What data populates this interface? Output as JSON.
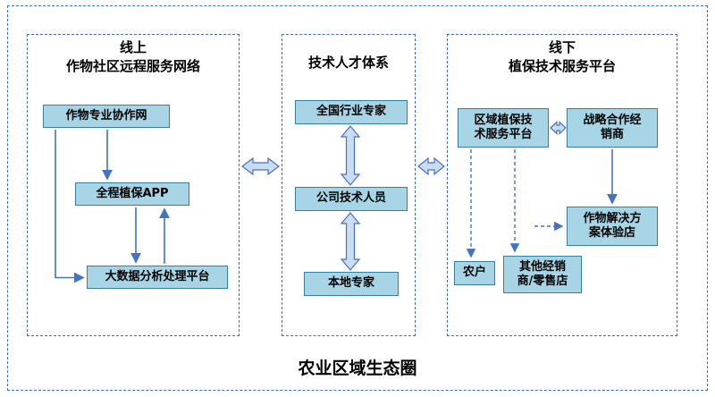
{
  "diagram": {
    "caption": "农业区域生态圈",
    "colors": {
      "dashed_border": "#3a6fb8",
      "node_fill": "#a7d5e5",
      "node_border": "#35809e",
      "block_arrow_fill": "#c9dcf2",
      "arrow_stroke": "#4472c4"
    },
    "online": {
      "title_line1": "线上",
      "title_line2": "作物社区远程服务网络",
      "collab_net": "作物专业协作网",
      "app": "全程植保APP",
      "bigdata": "大数据分析处理平台"
    },
    "talent": {
      "title": "技术人才体系",
      "national": "全国行业专家",
      "company": "公司技术人员",
      "local": "本地专家"
    },
    "offline": {
      "title_line1": "线下",
      "title_line2": "植保技术服务平台",
      "regional": "区域植保技术服务平台",
      "strategic": "战略合作经销商",
      "store": "作物解决方案体验店",
      "farmer": "农户",
      "other": "其他经销商/零售店"
    }
  }
}
